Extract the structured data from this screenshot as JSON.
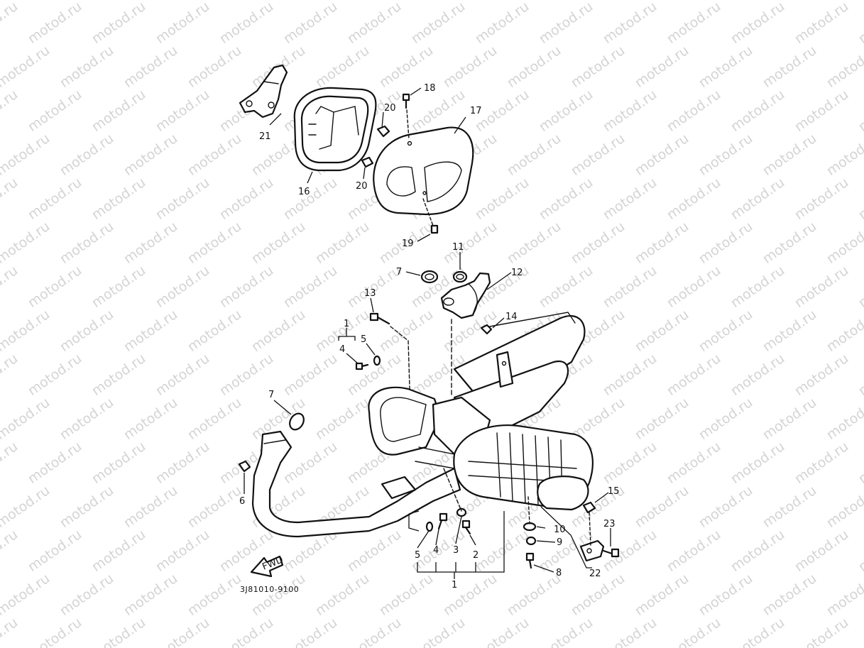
{
  "watermark": {
    "text": "motod.ru"
  },
  "diagram": {
    "code": "3J81010-9100",
    "fwd_label": "FWD",
    "labels": {
      "l1": "1",
      "l1b": "1",
      "l2": "2",
      "l3": "3",
      "l4": "4",
      "l4b": "4",
      "l5": "5",
      "l5b": "5",
      "l6": "6",
      "l7": "7",
      "l7b": "7",
      "l8": "8",
      "l9": "9",
      "l10": "10",
      "l11": "11",
      "l12": "12",
      "l13": "13",
      "l14": "14",
      "l15": "15",
      "l16": "16",
      "l17": "17",
      "l18": "18",
      "l19": "19",
      "l20": "20",
      "l20b": "20",
      "l21": "21",
      "l22": "22",
      "l23": "23"
    }
  }
}
